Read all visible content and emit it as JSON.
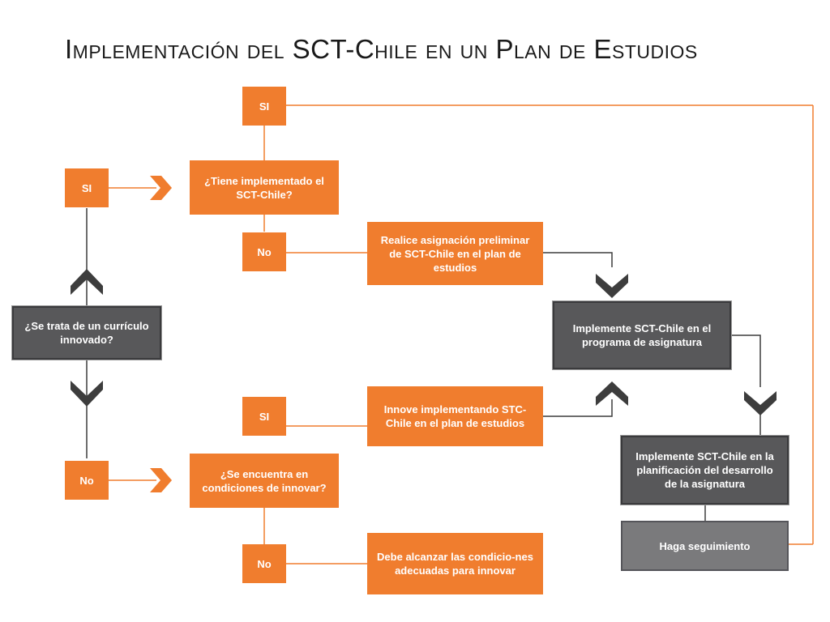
{
  "title": "Implementación del SCT-Chile en un Plan de Estudios",
  "colors": {
    "orange": "#f07d2e",
    "dark": "#58585a",
    "gray": "#7a7a7c",
    "line_orange": "#f07d2e",
    "line_dark": "#3d3d3d"
  },
  "nodes": {
    "si_top": "SI",
    "si_left": "SI",
    "tiene_implementado": "¿Tiene implementado el SCT-Chile?",
    "no_mid": "No",
    "realice_asignacion": "Realice asignación preliminar de SCT-Chile en el plan de estudios",
    "curriculo_innovado": "¿Se trata de un currículo innovado?",
    "implemente_programa": "Implemente SCT-Chile en el programa de asignatura",
    "si_lower": "SI",
    "innove": "Innove implementando STC-Chile en el plan de estudios",
    "no_left": "No",
    "condiciones_innovar": "¿Se encuentra en condiciones de innovar?",
    "implemente_planificacion": "Implemente SCT-Chile en la planificación del desarrollo de la asignatura",
    "no_bottom": "No",
    "debe_alcanzar": "Debe alcanzar las condicio-nes adecuadas para innovar",
    "haga_seguimiento": "Haga seguimiento"
  }
}
